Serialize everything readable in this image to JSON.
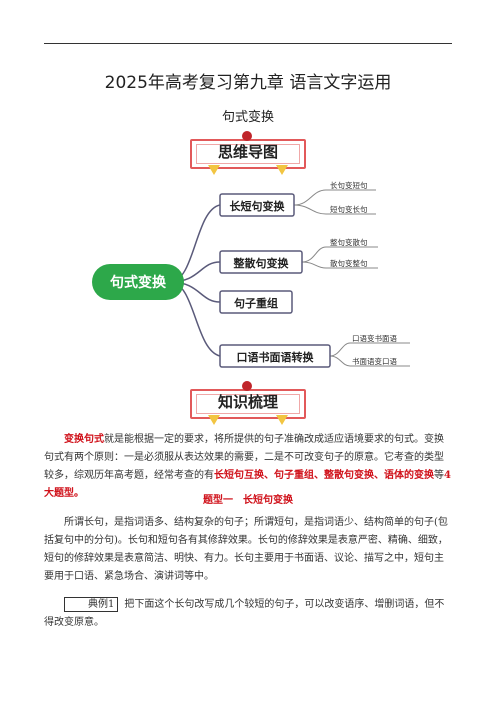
{
  "header": {
    "title": "2025年高考复习第九章 语言文字运用",
    "subtitle": "句式变换"
  },
  "banners": {
    "mind_map": "思维导图",
    "knowledge": "知识梳理"
  },
  "mind_map": {
    "root": "句式变换",
    "branches": [
      {
        "label": "长短句变换",
        "leaves": [
          "长句变短句",
          "短句变长句"
        ]
      },
      {
        "label": "整散句变换",
        "leaves": [
          "整句变散句",
          "散句变整句"
        ]
      },
      {
        "label": "句子重组",
        "leaves": []
      },
      {
        "label": "口语书面语转换",
        "leaves": [
          "口语变书面语",
          "书面语变口语"
        ]
      }
    ]
  },
  "intro": {
    "term": "变换句式",
    "p1": "就是能根据一定的要求，将所提供的句子准确改成适应语境要求的句式。变换句式有两个原则：一是必须服从表达效果的需要，二是不可改变句子的原意。它考查的类型较多，综观历年高考题，经常考查的有",
    "highlight": "长短句互换、句子重组、整散句变换、语体的变换",
    "tail_pre": "等",
    "tail_red": "4大题型。"
  },
  "section": {
    "heading": "题型一　长短句变换"
  },
  "para2": "所谓长句，是指词语多、结构复杂的句子；所谓短句，是指词语少、结构简单的句子(包括复句中的分句)。长句和短句各有其修辞效果。长句的修辞效果是表意严密、精确、细致，短句的修辞效果是表意简洁、明快、有力。长句主要用于书面语、议论、描写之中，短句主要用于口语、紧急场合、演讲词等中。",
  "example": {
    "tag": "典例1",
    "text": "把下面这个长句改写成几个较短的句子，可以改变语序、增删词语，但不得改变原意。"
  },
  "colors": {
    "root_green": "#2da84a",
    "branch_border": "#6a6a9a",
    "accent_red": "#d0121b"
  }
}
